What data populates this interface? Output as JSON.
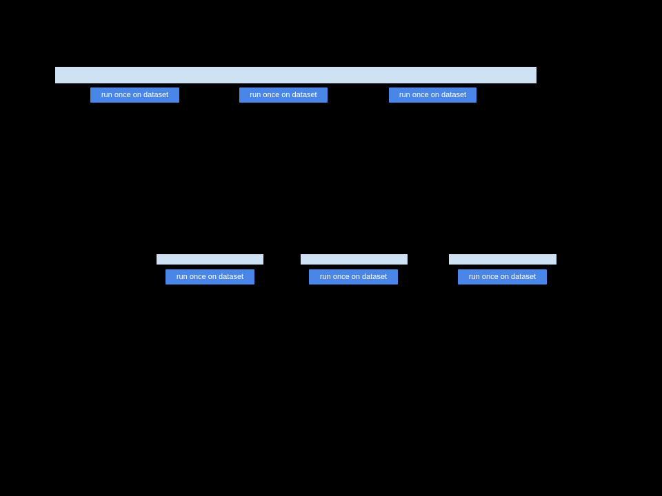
{
  "palette": {
    "canvas_bg": "#000000",
    "bar_fill": "#cfe2f3",
    "button_fill": "#4a86e8",
    "button_text": "#ffffff"
  },
  "top_group": {
    "buttons": [
      {
        "label": "run once on dataset"
      },
      {
        "label": "run once on dataset"
      },
      {
        "label": "run once on dataset"
      }
    ]
  },
  "bottom_groups": [
    {
      "button_label": "run once on dataset"
    },
    {
      "button_label": "run once on dataset"
    },
    {
      "button_label": "run once on dataset"
    }
  ]
}
